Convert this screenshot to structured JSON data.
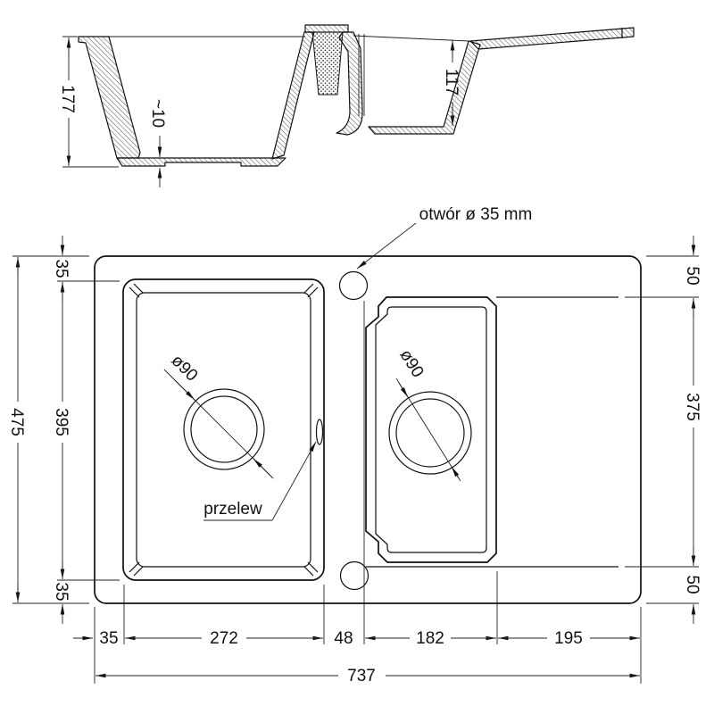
{
  "title": "sink technical drawing",
  "section_view": {
    "main_bowl_depth": "177",
    "floor_thickness": "~10",
    "small_bowl_depth": "117"
  },
  "plan_view": {
    "tap_hole_label": "otwór ø 35 mm",
    "overflow_label": "przelew",
    "main_drain_diameter": "ø90",
    "small_drain_diameter": "ø90",
    "left_dims": {
      "top_margin": "35",
      "bowl_length": "395",
      "bottom_margin": "35",
      "total_depth": "475"
    },
    "right_dims": {
      "top_margin": "50",
      "drainboard_length": "375",
      "bottom_margin": "50"
    },
    "bottom_dims": {
      "left_margin": "35",
      "main_bowl_width": "272",
      "gap": "48",
      "small_bowl_width": "182",
      "drainboard_width": "195",
      "total_width": "737"
    }
  },
  "colors": {
    "line": "#111111",
    "thin_line": "#222222",
    "background": "#ffffff"
  }
}
